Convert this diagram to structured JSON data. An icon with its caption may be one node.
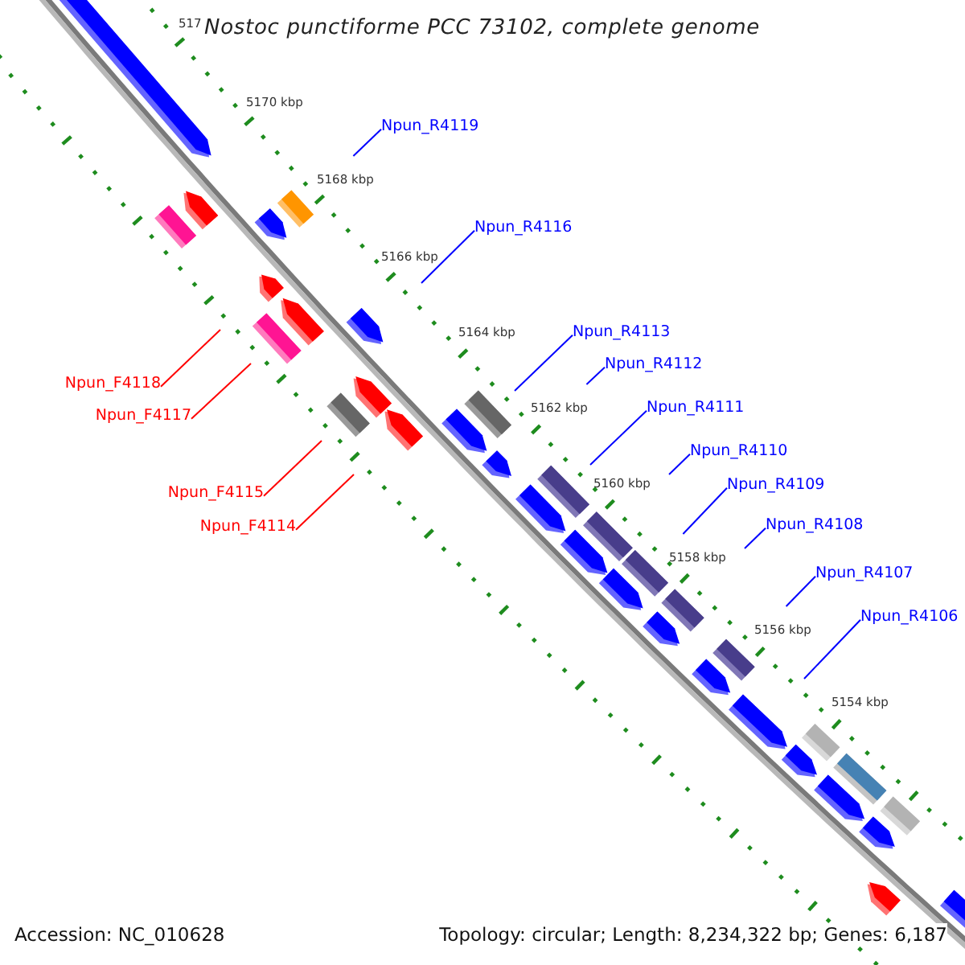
{
  "diagram": {
    "title": "Nostoc punctiforme PCC 73102, complete genome",
    "nodes": [
      {
        "text": [
          "Npun_R4119"
        ]
      },
      {
        "text": [
          "Npun_R4116"
        ]
      },
      {
        "text": [
          "Npun_R4113"
        ]
      },
      {
        "text": [
          "Npun_R4112"
        ]
      },
      {
        "text": [
          "Npun_F4118"
        ]
      },
      {
        "text": [
          "Npun_R4111"
        ]
      },
      {
        "text": [
          "Npun_F4117"
        ]
      },
      {
        "text": [
          "Npun_R4110"
        ]
      },
      {
        "text": [
          "Npun_R4109"
        ]
      },
      {
        "text": [
          "Npun_F4115"
        ]
      },
      {
        "text": [
          "Npun_R4108"
        ]
      },
      {
        "text": [
          "Npun_F4114"
        ]
      },
      {
        "text": [
          "Npun_R4107"
        ]
      },
      {
        "text": [
          "Npun_R4106"
        ]
      }
    ],
    "edges": [
      {
        "from": 0,
        "to": null,
        "arrow": "none"
      },
      {
        "from": 1,
        "to": null,
        "arrow": "none"
      },
      {
        "from": 2,
        "to": null,
        "arrow": "none"
      },
      {
        "from": 3,
        "to": null,
        "arrow": "none"
      },
      {
        "from": 4,
        "to": null,
        "arrow": "none",
        "color": "#ff0000"
      },
      {
        "from": 5,
        "to": null,
        "arrow": "none"
      },
      {
        "from": 6,
        "to": null,
        "arrow": "none",
        "color": "#ff0000"
      },
      {
        "from": 7,
        "to": null,
        "arrow": "none"
      },
      {
        "from": 8,
        "to": null,
        "arrow": "none"
      },
      {
        "from": 9,
        "to": null,
        "arrow": "none",
        "color": "#ff0000"
      },
      {
        "from": 10,
        "to": null,
        "arrow": "none"
      },
      {
        "from": 11,
        "to": null,
        "arrow": "none",
        "color": "#ff0000"
      },
      {
        "from": 12,
        "to": null,
        "arrow": "none"
      },
      {
        "from": 13,
        "to": null,
        "arrow": "none"
      }
    ],
    "labels": [
      "517",
      "5170 kbp",
      "5168 kbp",
      "5166 kbp",
      "5164 kbp",
      "5162 kbp",
      "5160 kbp",
      "5158 kbp",
      "5156 kbp",
      "5154 kbp",
      "Accession: NC_010628",
      "Topology: circular; Length: 8,234,322 bp; Genes: 6,187"
    ]
  }
}
